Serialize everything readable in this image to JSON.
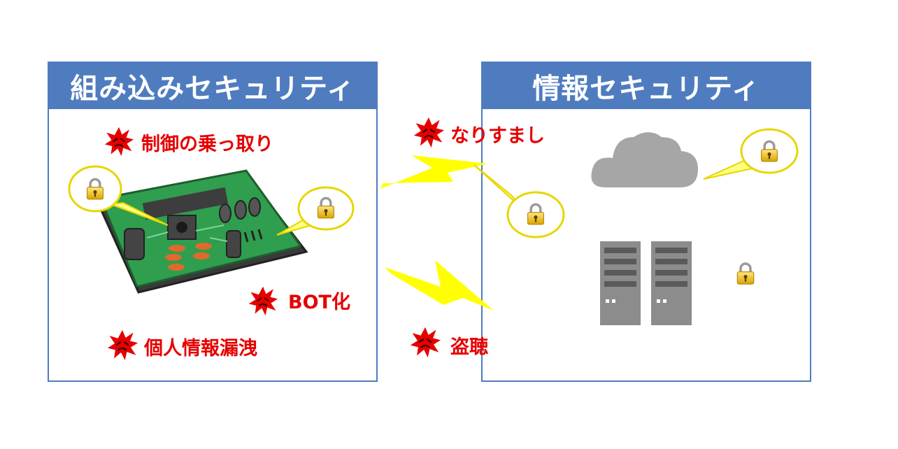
{
  "panels": {
    "left_title": "組み込みセキュリティ",
    "right_title": "情報セキュリティ"
  },
  "threats": {
    "control_hijack": "制御の乗っ取り",
    "bot": "BOT化",
    "privacy_leak": "個人情報漏洩",
    "spoofing": "なりすまし",
    "eavesdrop": "盗聴"
  },
  "icons": {
    "threat": "explosion-icon",
    "lock": "padlock-icon",
    "board": "circuit-board-icon",
    "cloud": "cloud-icon",
    "server": "server-icon",
    "lightning": "lightning-icon"
  },
  "colors": {
    "panel_blue": "#4f7cbf",
    "threat_red": "#e60000",
    "lightning_yellow": "#ffff00",
    "board_green": "#2f9e4f",
    "cloud_gray": "#a6a6a6",
    "server_gray": "#8c8c8c"
  }
}
